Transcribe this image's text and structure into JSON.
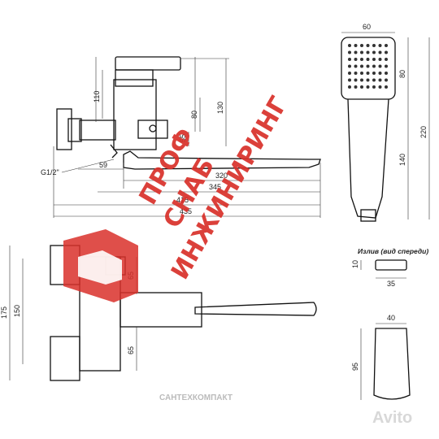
{
  "dimensions": {
    "top_view": {
      "d110": "110",
      "d130": "130",
      "d80": "80",
      "d55": "55",
      "d59": "59",
      "d320": "320",
      "d345": "345",
      "d415": "415",
      "d435": "435",
      "thread": "G1/2\""
    },
    "hand_shower": {
      "width": "60",
      "head_height": "80",
      "handle_length": "140",
      "total_length": "220"
    },
    "side_view": {
      "d175": "175",
      "d150": "150",
      "d65_top": "65",
      "d65_bottom": "65"
    },
    "spout": {
      "caption": "Излив (вид спереди)",
      "height": "10",
      "width": "35"
    },
    "side_detail": {
      "width": "40",
      "height": "95"
    }
  },
  "watermark": {
    "lines": [
      "ПРОФ",
      "СНАБ",
      "ИНЖИНИРИНГ"
    ],
    "color": "#d9302a"
  },
  "marks": {
    "brand": "САНТЕХКОМПАКТ",
    "avito": "Avito"
  }
}
